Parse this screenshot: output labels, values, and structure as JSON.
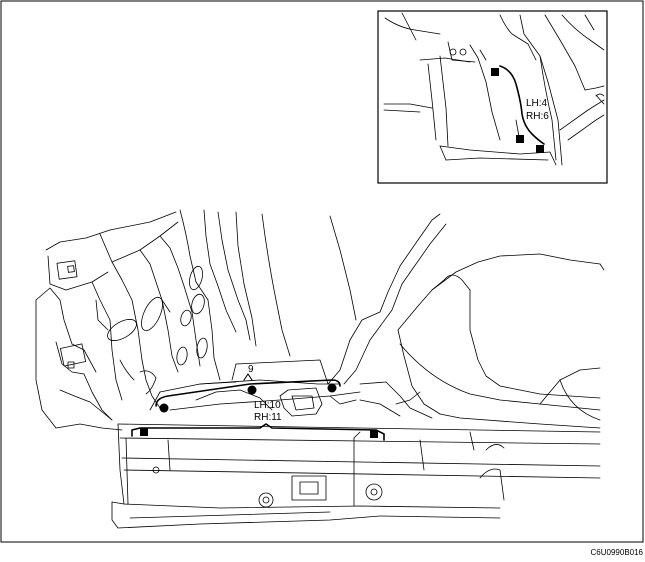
{
  "figure": {
    "code": "C6U0990B016",
    "colors": {
      "line": "#000000",
      "background": "#ffffff"
    }
  },
  "inset": {
    "callout_lh": "LH:4",
    "callout_rh": "RH:6"
  },
  "main": {
    "callout_spot": "9",
    "callout_lh": "LH:10",
    "callout_rh": "RH:11"
  },
  "legend_symbols": [
    "square-weld-point",
    "round-spot-weld-point"
  ]
}
